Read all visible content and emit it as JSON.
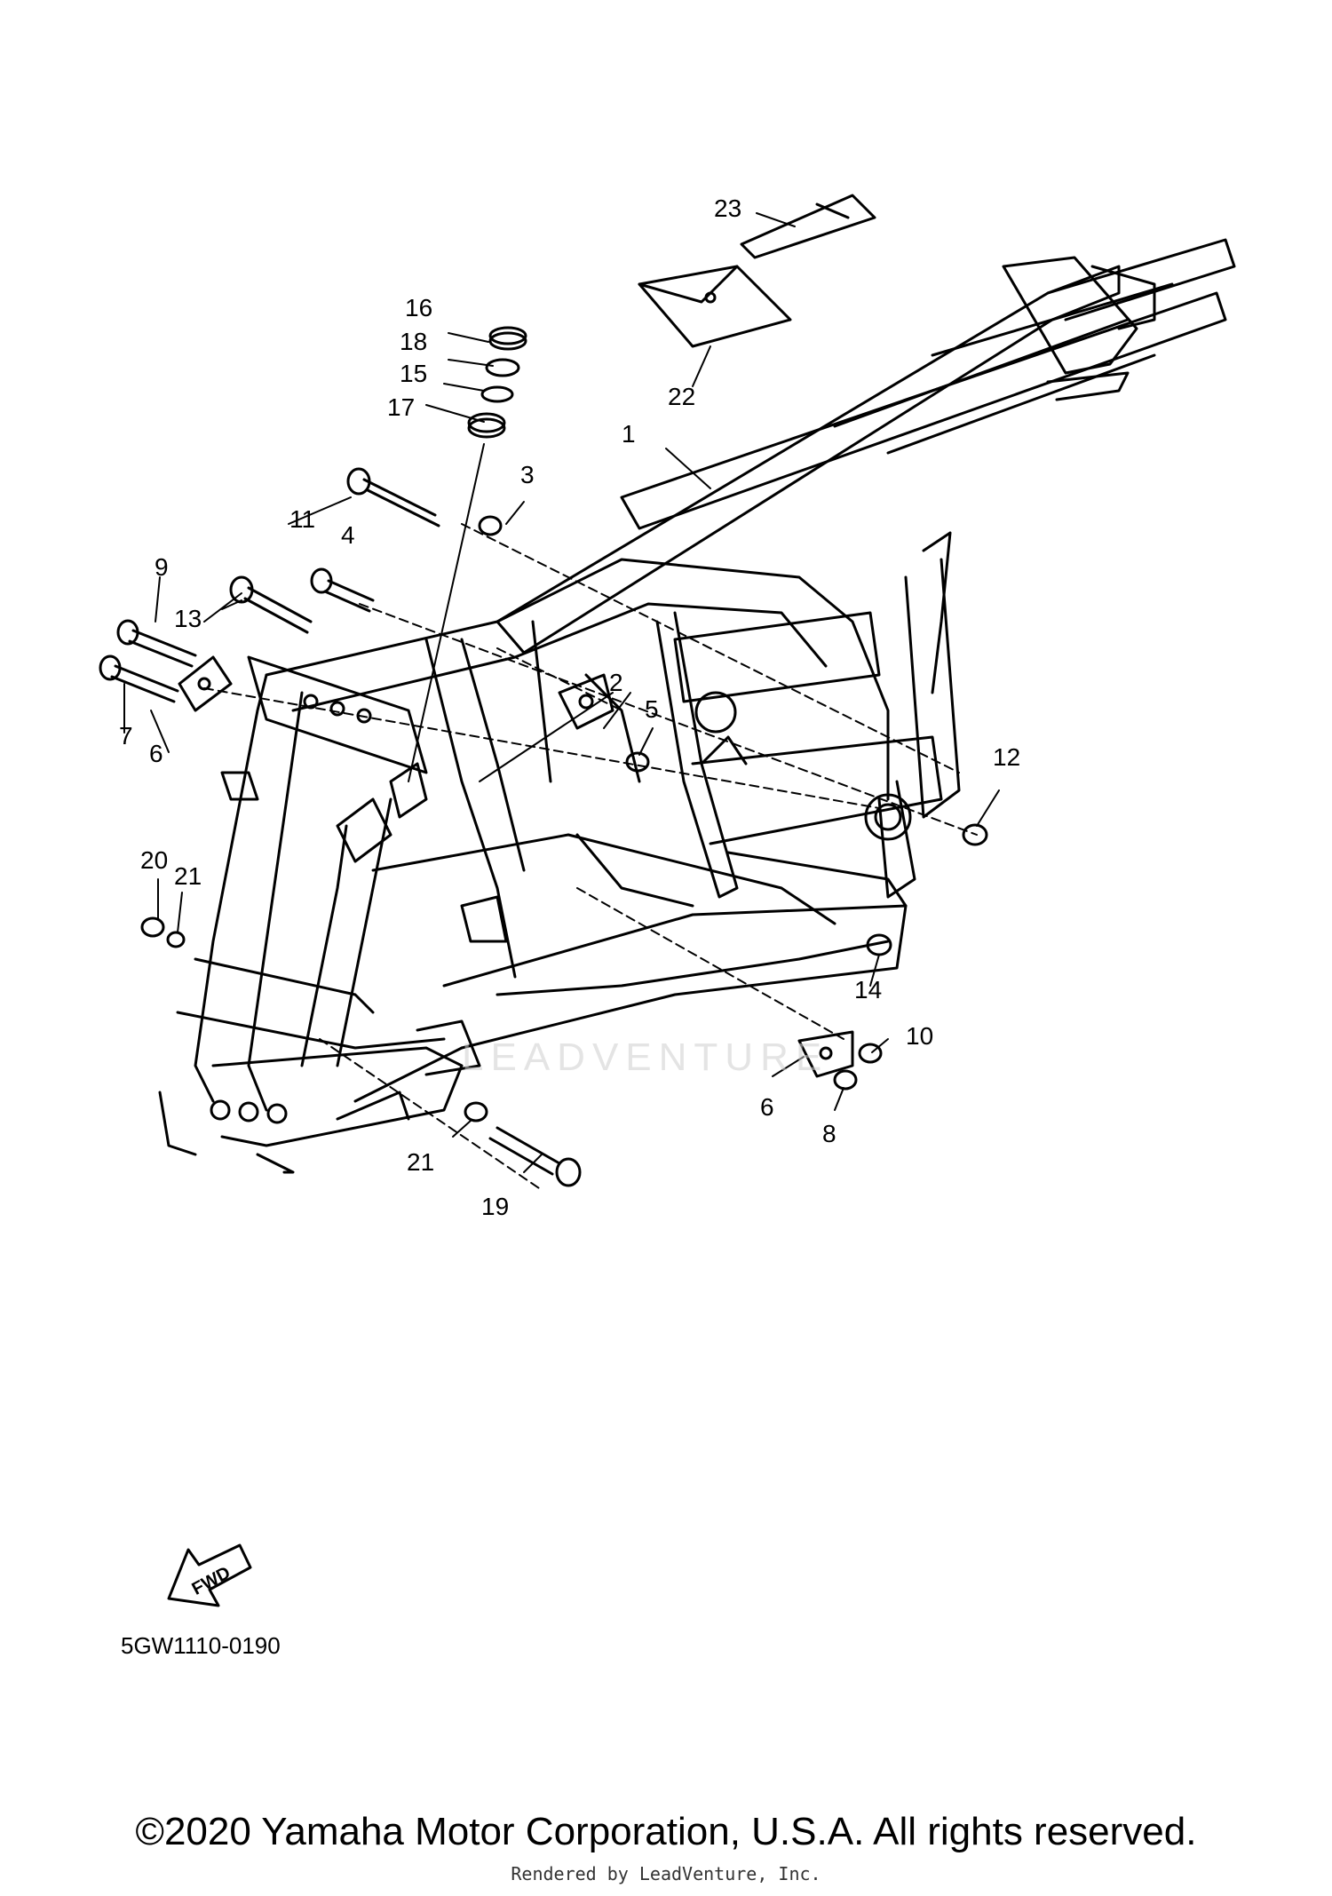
{
  "diagram": {
    "callouts": [
      "1",
      "2",
      "3",
      "4",
      "5",
      "6",
      "7",
      "8",
      "9",
      "10",
      "11",
      "12",
      "13",
      "14",
      "15",
      "16",
      "17",
      "18",
      "19",
      "20",
      "21",
      "22",
      "23"
    ],
    "callout_positions_note": "",
    "fwd_label": "FWD",
    "part_code": "5GW1110-0190",
    "watermark": "LEADVENTURE"
  },
  "footer": {
    "copyright": "©2020 Yamaha Motor Corporation, U.S.A. All rights reserved.",
    "rendered_by": "Rendered by LeadVenture, Inc."
  }
}
